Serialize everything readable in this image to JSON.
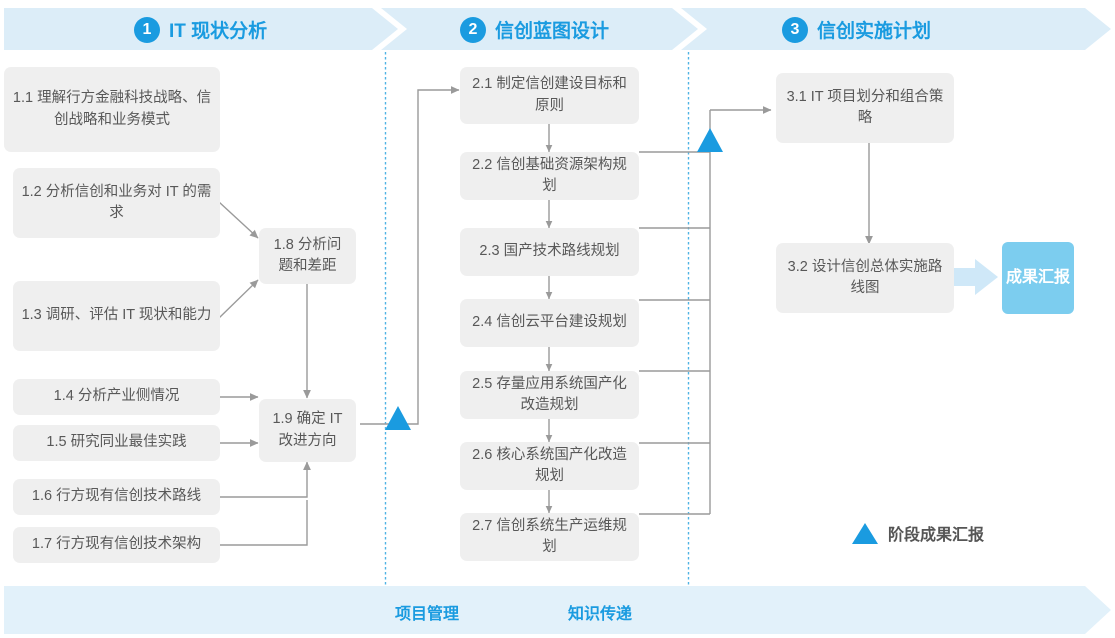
{
  "colors": {
    "accent": "#1a9be0",
    "band": "#dcedf8",
    "box_bg": "#efefef",
    "box_text": "#585858",
    "badge_bg": "#7ccdef",
    "connector": "#9a9a9a",
    "divider": "#4fb3e4"
  },
  "phases": [
    {
      "num": "1",
      "title": "IT 现状分析"
    },
    {
      "num": "2",
      "title": "信创蓝图设计"
    },
    {
      "num": "3",
      "title": "信创实施计划"
    }
  ],
  "phase1": {
    "items": [
      {
        "id": "1.1",
        "text": "1.1 理解行方金融科技战略、信创战略和业务模式"
      },
      {
        "id": "1.2",
        "text": "1.2 分析信创和业务对 IT 的需求"
      },
      {
        "id": "1.3",
        "text": "1.3 调研、评估 IT 现状和能力"
      },
      {
        "id": "1.4",
        "text": "1.4 分析产业侧情况"
      },
      {
        "id": "1.5",
        "text": "1.5 研究同业最佳实践"
      },
      {
        "id": "1.6",
        "text": "1.6 行方现有信创技术路线"
      },
      {
        "id": "1.7",
        "text": "1.7 行方现有信创技术架构"
      },
      {
        "id": "1.8",
        "text": "1.8 分析问题和差距"
      },
      {
        "id": "1.9",
        "text": "1.9 确定 IT 改进方向"
      }
    ]
  },
  "phase2": {
    "items": [
      {
        "id": "2.1",
        "text": "2.1 制定信创建设目标和原则"
      },
      {
        "id": "2.2",
        "text": "2.2 信创基础资源架构规划"
      },
      {
        "id": "2.3",
        "text": "2.3 国产技术路线规划"
      },
      {
        "id": "2.4",
        "text": "2.4 信创云平台建设规划"
      },
      {
        "id": "2.5",
        "text": "2.5 存量应用系统国产化改造规划"
      },
      {
        "id": "2.6",
        "text": "2.6 核心系统国产化改造规划"
      },
      {
        "id": "2.7",
        "text": "2.7 信创系统生产运维规划"
      }
    ]
  },
  "phase3": {
    "items": [
      {
        "id": "3.1",
        "text": "3.1 IT 项目划分和组合策略"
      },
      {
        "id": "3.2",
        "text": "3.2 设计信创总体实施路线图"
      }
    ],
    "result_badge": "成果汇报"
  },
  "legend": {
    "label": "阶段成果汇报",
    "icon": "triangle-icon"
  },
  "footer": {
    "labels": [
      "项目管理",
      "知识传递"
    ]
  }
}
